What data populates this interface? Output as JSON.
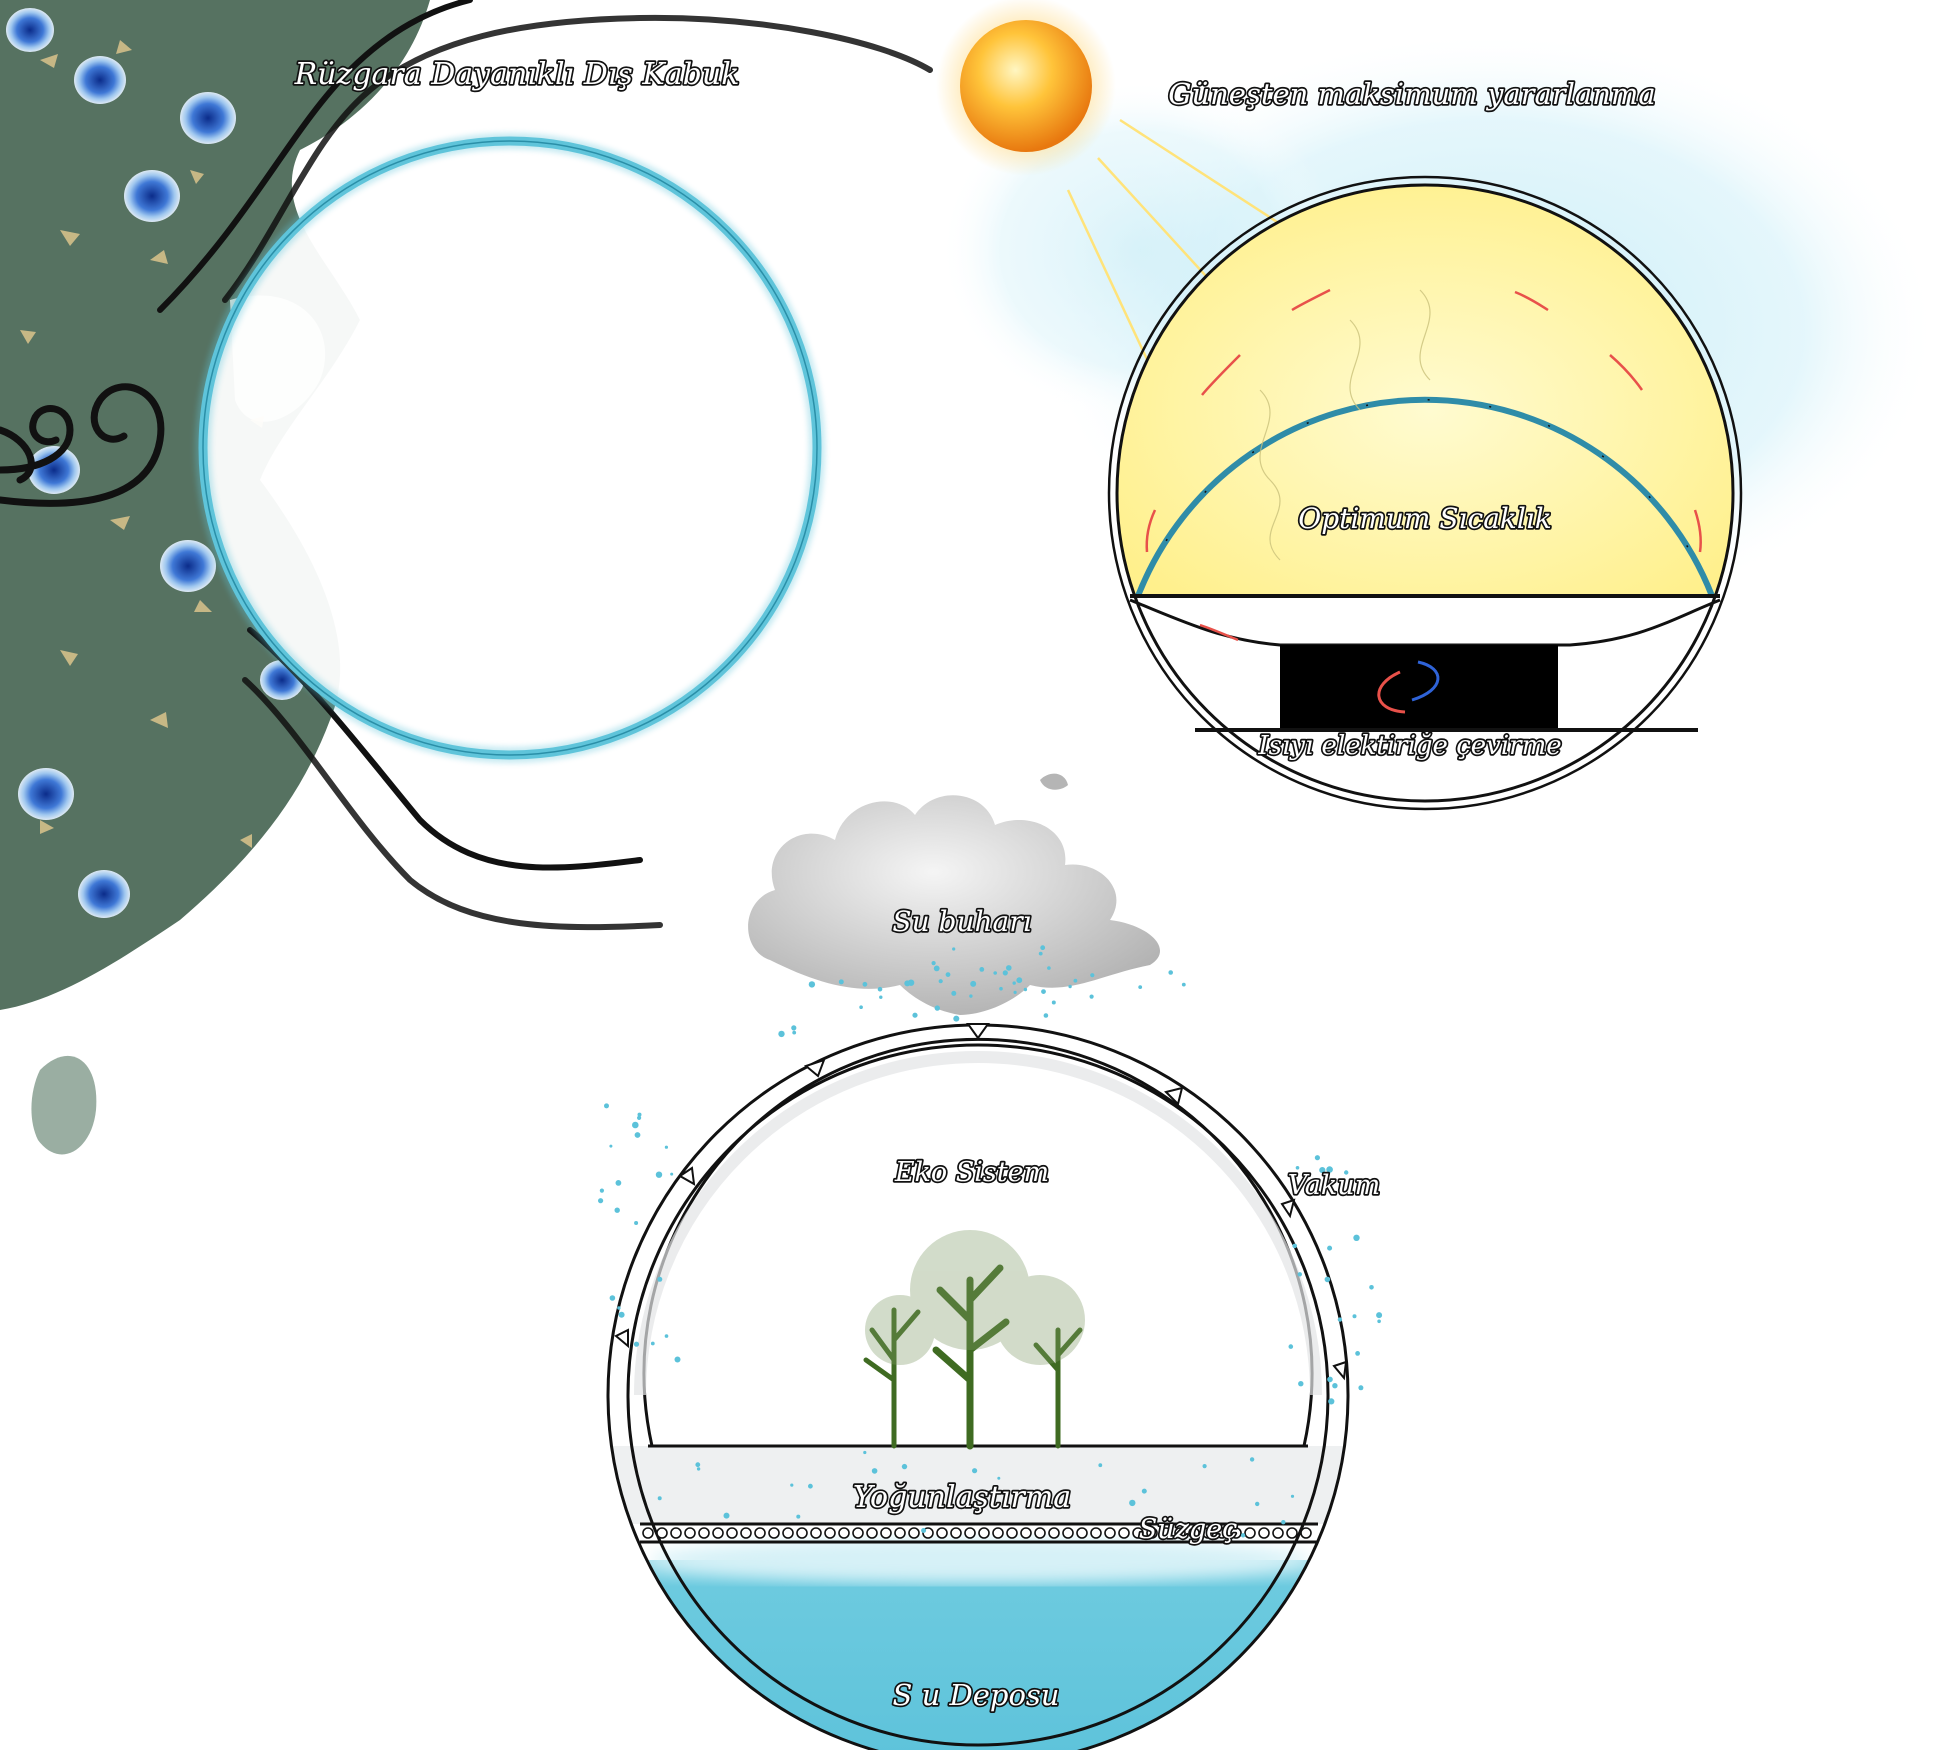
{
  "labels": {
    "wind_shell": "Rüzgara Dayanıklı Dış Kabuk",
    "sun_use": "Güneşten maksimum yararlanma",
    "optimum_temp": "Optimum Sıcaklık",
    "heat_to_electricity": "Isıyı elektiriğe çevirme",
    "water_vapor": "Su buharı",
    "eco_system": "Eko Sistem",
    "vacuum": "Vakum",
    "condensation": "Yoğunlaştırma",
    "filter": "Süzgeç",
    "water_tank": "S u Deposu"
  },
  "colors": {
    "shell_blue": "#5fc4da",
    "sun_orange": "#f5a21a",
    "dome_yellow": "#fff3a0",
    "sky_blue": "#cdeef7",
    "water_blue": "#6ccadf",
    "foliage_green": "#4f6a58",
    "tree_green": "#3f6b22",
    "heat_arrow_red": "#e8514a",
    "cool_arrow_blue": "#2f63d8"
  },
  "icons": [
    "sun-icon",
    "cloud-icon",
    "wind-swirl-icon",
    "tree-icon",
    "arrow-icon"
  ]
}
